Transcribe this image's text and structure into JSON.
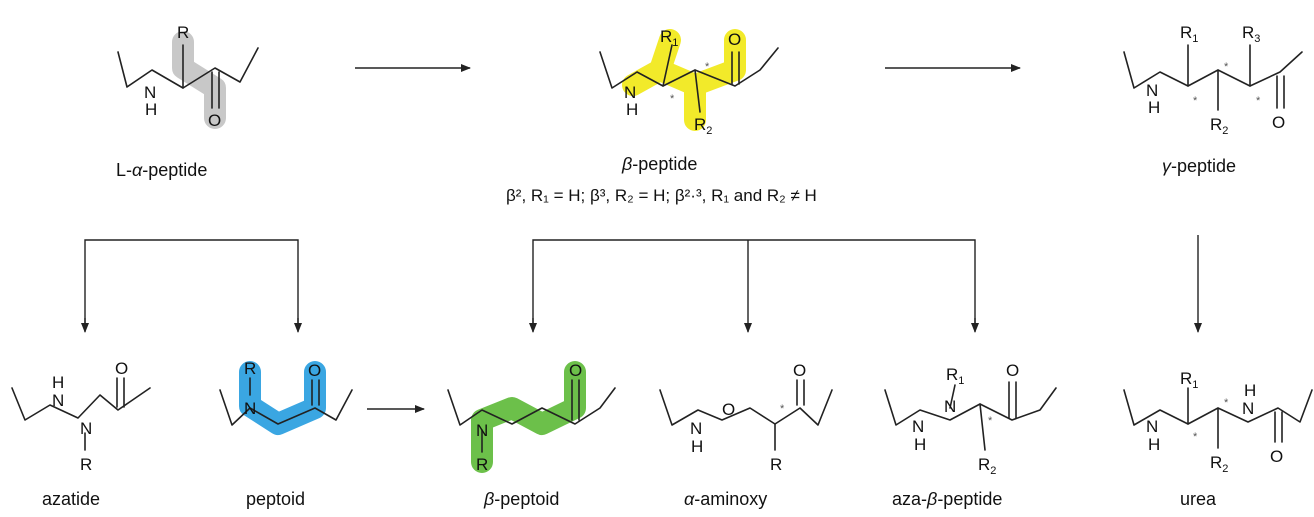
{
  "colors": {
    "alpha_highlight": "#c8c8c8",
    "beta_highlight": "#f2ea2a",
    "peptoid_highlight": "#3aa6e2",
    "beta_peptoid_highlight": "#6cc04a",
    "line": "#222222"
  },
  "atoms": {
    "nh_n": "N",
    "nh_h": "H",
    "r": "R",
    "r1": "R",
    "r2": "R",
    "r3": "R",
    "sub1": "1",
    "sub2": "2",
    "sub3": "3",
    "o": "O",
    "n": "N",
    "star": "*"
  },
  "labels": {
    "alpha_prefix": "L-",
    "alpha_greek": "α",
    "alpha_suffix": "-peptide",
    "beta_greek": "β",
    "beta_suffix": "-peptide",
    "beta_note": "β², R₁ = H; β³, R₂ = H; β²·³, R₁ and R₂ ≠ H",
    "gamma_greek": "γ",
    "gamma_suffix": "-peptide",
    "azatide": "azatide",
    "peptoid": "peptoid",
    "beta_peptoid_greek": "β",
    "beta_peptoid_suffix": "-peptoid",
    "aminoxy_greek": "α",
    "aminoxy_suffix": "-aminoxy",
    "aza_prefix": "aza-",
    "aza_greek": "β",
    "aza_suffix": "-peptide",
    "urea": "urea"
  }
}
